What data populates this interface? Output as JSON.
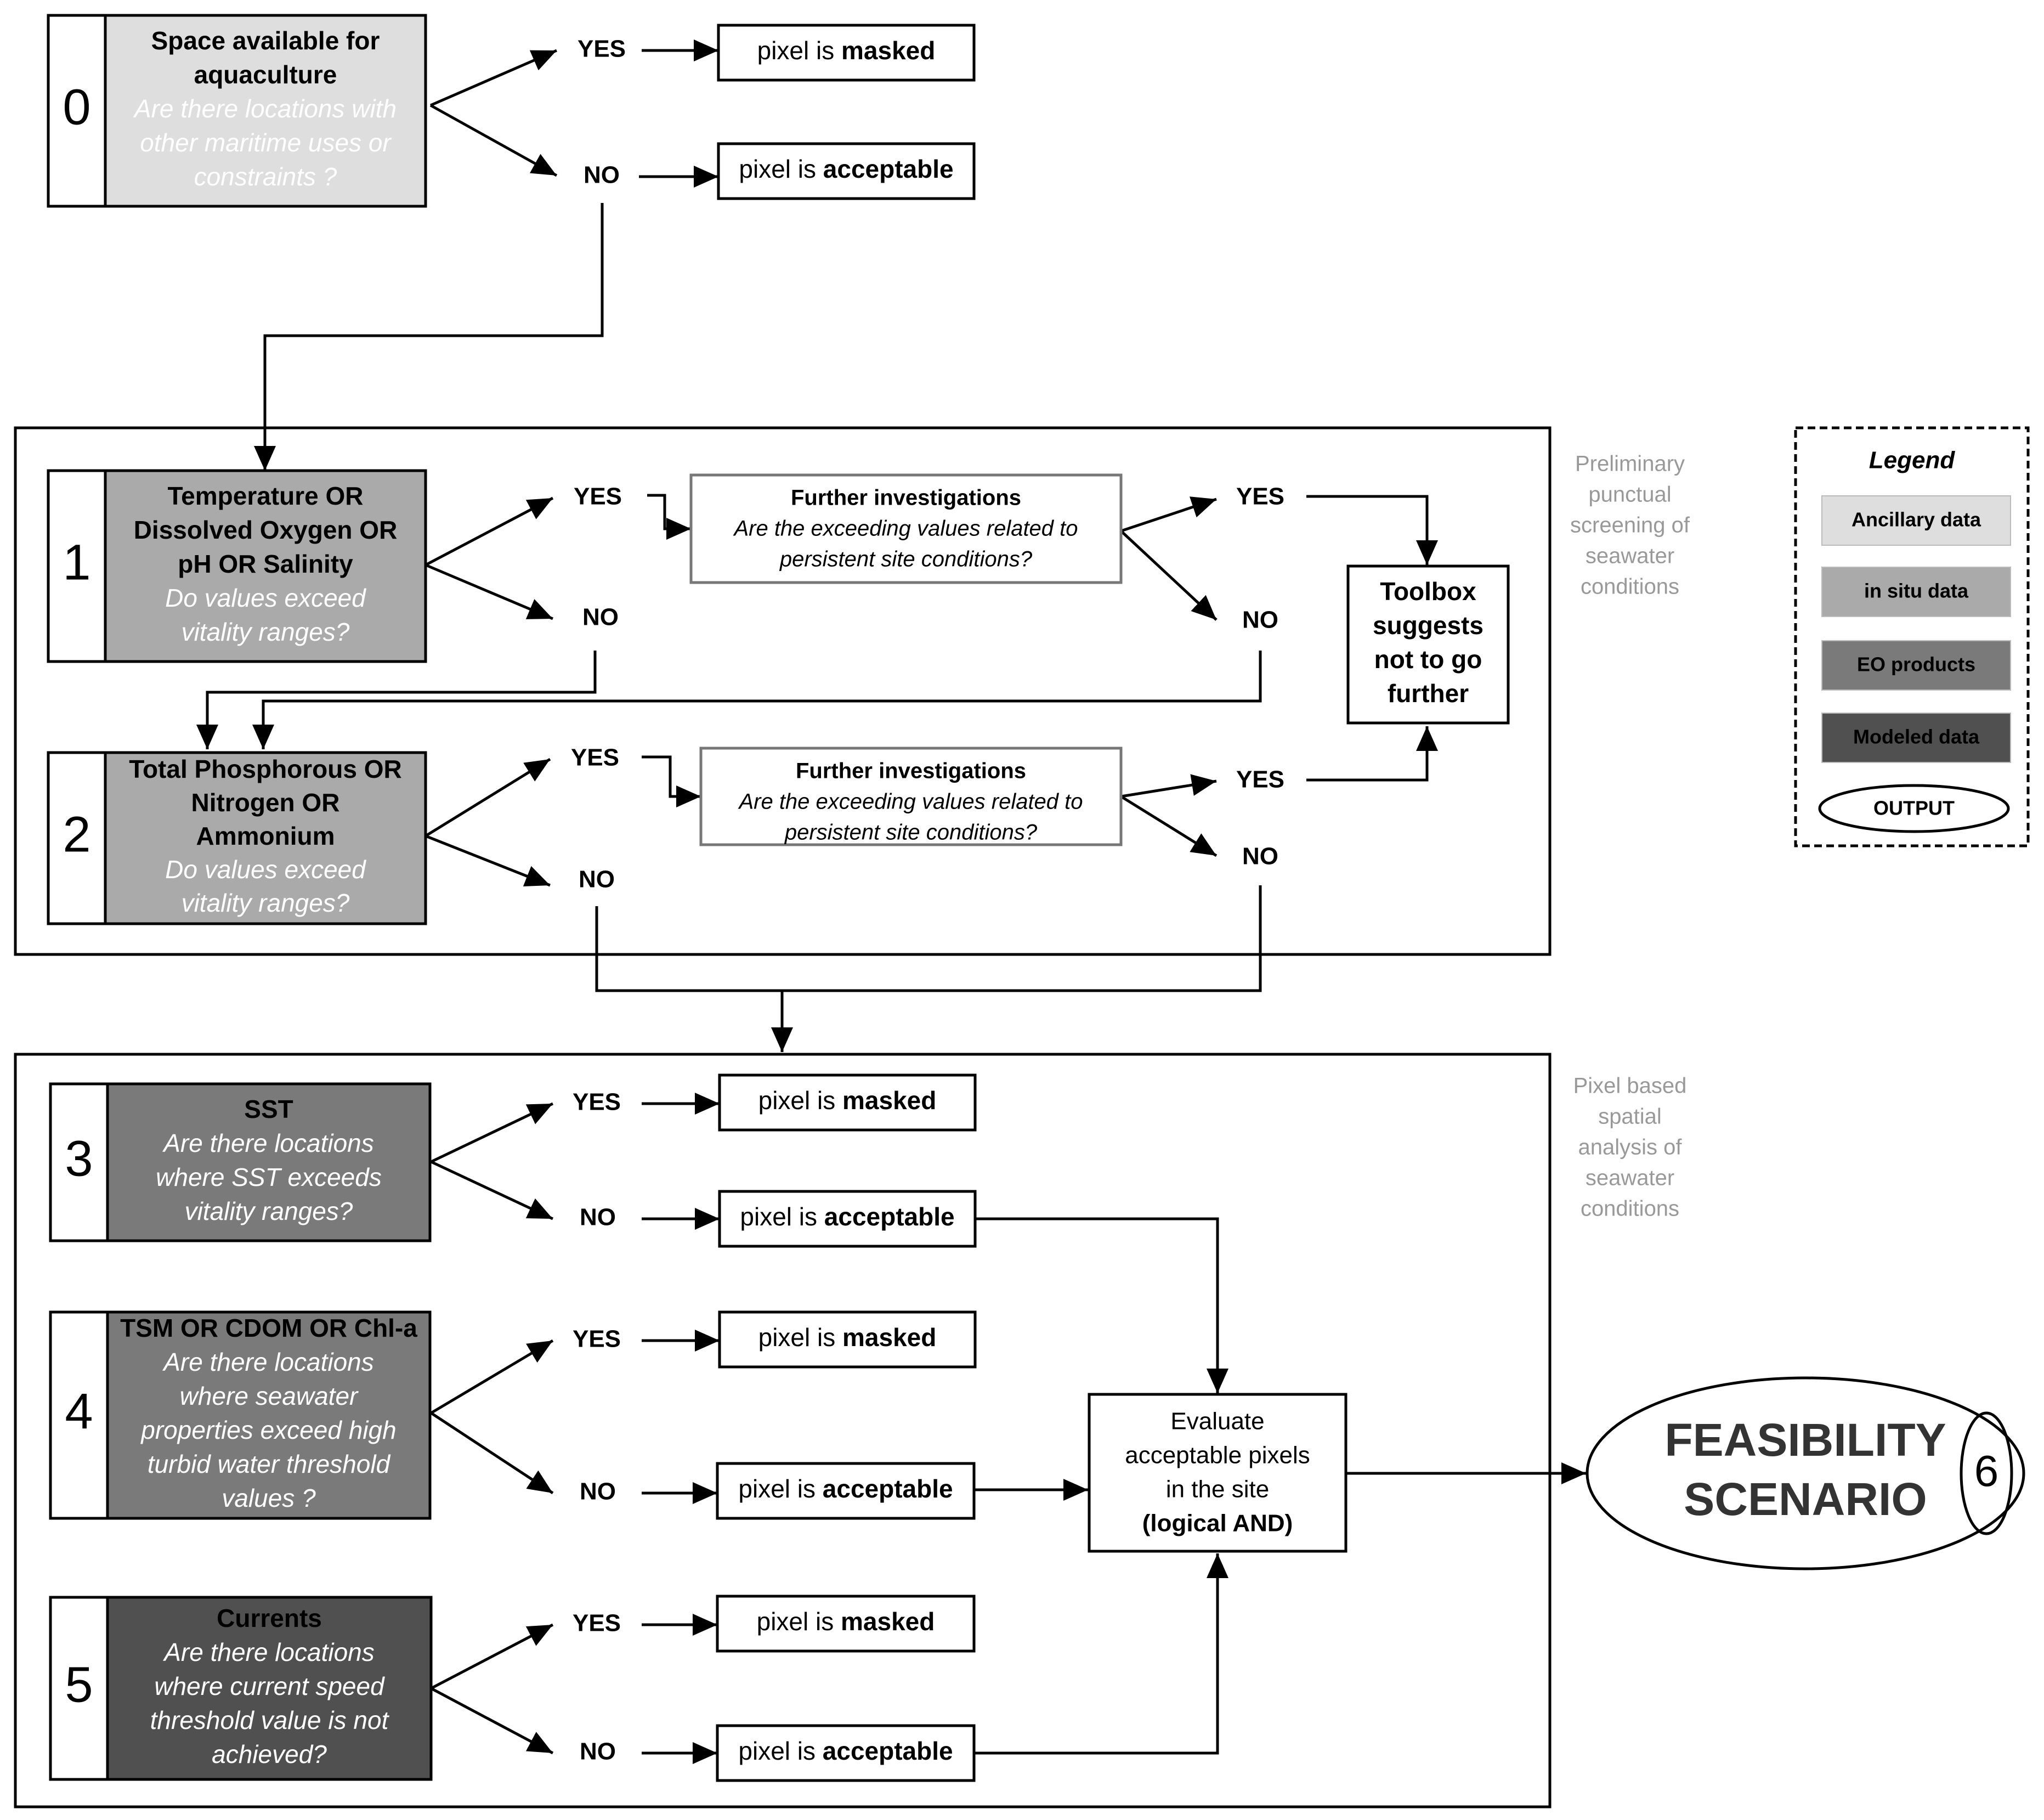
{
  "colors": {
    "ancillary": "#dedede",
    "in_situ": "#aaaaaa",
    "eo_products": "#7a7a7a",
    "modeled": "#505050",
    "panel_note_text": "#999999"
  },
  "steps": [
    {
      "number": "0",
      "title": [
        "Space available for",
        "aquaculture"
      ],
      "question": [
        "Are there locations with",
        "other maritime uses or",
        "constraints ?"
      ],
      "data_type": "ancillary"
    },
    {
      "number": "1",
      "title": [
        "Temperature  OR",
        "Dissolved Oxygen OR",
        "pH OR Salinity"
      ],
      "question": [
        "Do values exceed",
        "vitality ranges?"
      ],
      "data_type": "in_situ"
    },
    {
      "number": "2",
      "title": [
        "Total Phosphorous OR",
        "Nitrogen OR",
        "Ammonium"
      ],
      "question": [
        "Do values exceed",
        "vitality ranges?"
      ],
      "data_type": "in_situ"
    },
    {
      "number": "3",
      "title": [
        "SST"
      ],
      "question": [
        "Are there locations",
        "where SST exceeds",
        "vitality ranges?"
      ],
      "data_type": "eo_products"
    },
    {
      "number": "4",
      "title": [
        "TSM OR CDOM OR Chl-a"
      ],
      "question": [
        "Are there locations",
        "where seawater",
        "properties exceed high",
        "turbid water threshold",
        "values ?"
      ],
      "data_type": "eo_products"
    },
    {
      "number": "5",
      "title": [
        "Currents"
      ],
      "question": [
        "Are there locations",
        "where current speed",
        "threshold value is not",
        "achieved?"
      ],
      "data_type": "modeled"
    }
  ],
  "answers": {
    "yes": "YES",
    "no": "NO"
  },
  "outcomes": {
    "masked": {
      "prefix": "pixel is ",
      "bold": "masked"
    },
    "acceptable": {
      "prefix": "pixel is ",
      "bold": "acceptable"
    }
  },
  "further_investigations": {
    "title": "Further investigations",
    "question": [
      "Are the exceeding values related to",
      "persistent site conditions?"
    ]
  },
  "toolbox": [
    "Toolbox",
    "suggests",
    "not to go",
    "further"
  ],
  "evaluate": {
    "lines": [
      "Evaluate",
      "acceptable pixels",
      "in the site"
    ],
    "bold": "(logical AND)"
  },
  "output": {
    "lines": [
      "FEASIBILITY",
      "SCENARIO"
    ],
    "number": "6"
  },
  "panel_notes": {
    "preliminary": [
      "Preliminary",
      "punctual",
      "screening of",
      "seawater",
      "conditions"
    ],
    "pixel_based": [
      "Pixel based",
      "spatial",
      "analysis of",
      "seawater",
      "conditions"
    ]
  },
  "legend": {
    "title": "Legend",
    "items": [
      {
        "label": "Ancillary data",
        "color": "#dedede",
        "text_color": "#000000"
      },
      {
        "label": "in situ data",
        "color": "#aaaaaa",
        "text_color": "#000000"
      },
      {
        "label": "EO products",
        "color": "#7a7a7a",
        "text_color": "#000000"
      },
      {
        "label": "Modeled data",
        "color": "#505050",
        "text_color": "#000000"
      }
    ],
    "output_label": "OUTPUT"
  }
}
